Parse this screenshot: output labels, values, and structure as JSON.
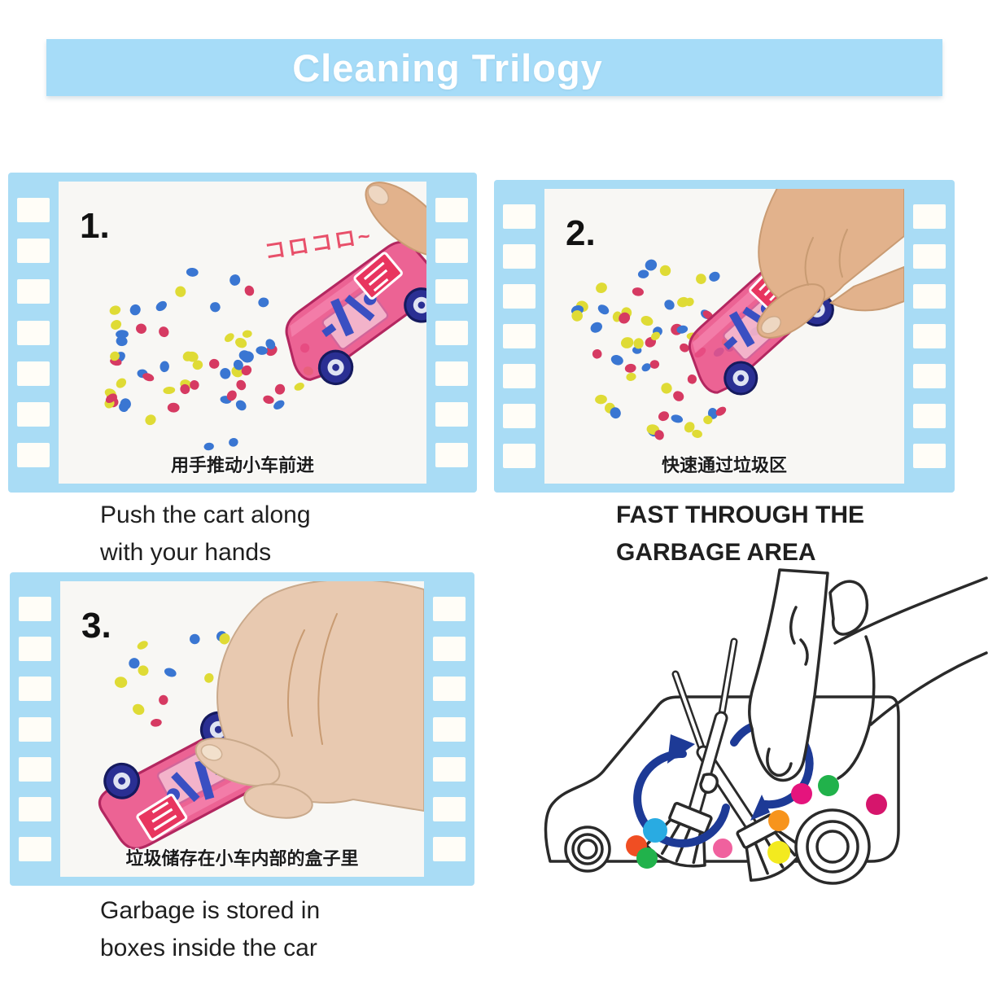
{
  "title": "Cleaning Trilogy",
  "steps": [
    {
      "number": "1.",
      "caption_cn": "用手推动小车前进",
      "overlay_text": "コロコロ~",
      "caption_en_lines": [
        "Push the cart along",
        "with your hands"
      ]
    },
    {
      "number": "2.",
      "caption_cn": "快速通过垃圾区",
      "caption_en_lines": [
        "FAST THROUGH THE",
        "GARBAGE AREA"
      ]
    },
    {
      "number": "3.",
      "caption_cn": "垃圾储存在小车内部的盒子里",
      "caption_en_lines": [
        "Garbage is stored in",
        "boxes inside the car"
      ]
    }
  ],
  "colors": {
    "banner_bg": "#a6dcf8",
    "banner_text": "#ffffff",
    "frame_bg": "#a9dcf5",
    "sprocket": "#fffdf7",
    "photo_bg": "#f8f7f4",
    "step_number": "#121212",
    "caption_cn": "#1c1c1c",
    "caption_en": "#1f1f1f",
    "overlay_text": "#e8506a",
    "confetti": [
      "#d63a62",
      "#3a76d2",
      "#dfdb35"
    ],
    "car_body": "#e94f86",
    "car_accent": "#3a4fc2",
    "car_wheel": "#2a2f93",
    "skin": "#e2b28c",
    "skin_light": "#e8c9b0",
    "line_art": "#2a2a2a",
    "arrow_blue": "#1d3a96",
    "illustration_dots": [
      "#29abe2",
      "#f04e23",
      "#21b24b",
      "#f0619e",
      "#f3ea1f",
      "#f7941d",
      "#e5147d",
      "#21b24b",
      "#d6156c"
    ]
  }
}
